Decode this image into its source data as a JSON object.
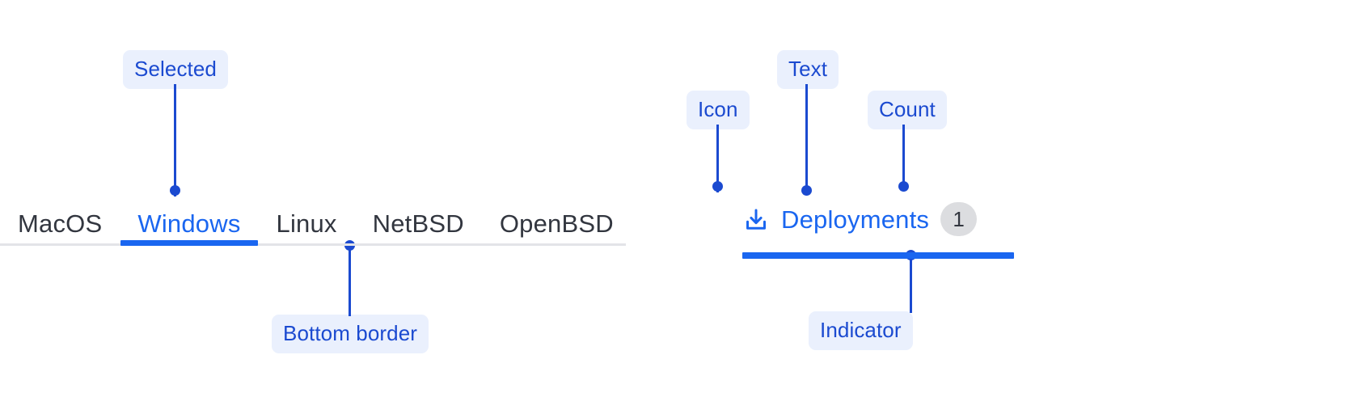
{
  "colors": {
    "accent_blue": "#1a66f0",
    "annotation_blue": "#1b4ad0",
    "annotation_pill_bg": "#eaf0fd",
    "tab_text": "#32363f",
    "bottom_border": "#e3e4e8",
    "count_badge_bg": "#dcdde0",
    "page_bg": "#ffffff"
  },
  "left_example": {
    "name": "text-only-tabs",
    "tabs": [
      {
        "label": "MacOS",
        "selected": false
      },
      {
        "label": "Windows",
        "selected": true
      },
      {
        "label": "Linux",
        "selected": false
      },
      {
        "label": "NetBSD",
        "selected": false
      },
      {
        "label": "OpenBSD",
        "selected": false
      }
    ],
    "annotations": [
      {
        "id": "selected",
        "label": "Selected"
      },
      {
        "id": "bottom-border",
        "label": "Bottom border"
      }
    ]
  },
  "right_example": {
    "name": "icon-text-count-tab",
    "tab": {
      "icon": "download-icon",
      "text": "Deployments",
      "count": "1",
      "selected": true
    },
    "annotations": [
      {
        "id": "icon",
        "label": "Icon"
      },
      {
        "id": "text",
        "label": "Text"
      },
      {
        "id": "count",
        "label": "Count"
      },
      {
        "id": "indicator",
        "label": "Indicator"
      }
    ]
  }
}
